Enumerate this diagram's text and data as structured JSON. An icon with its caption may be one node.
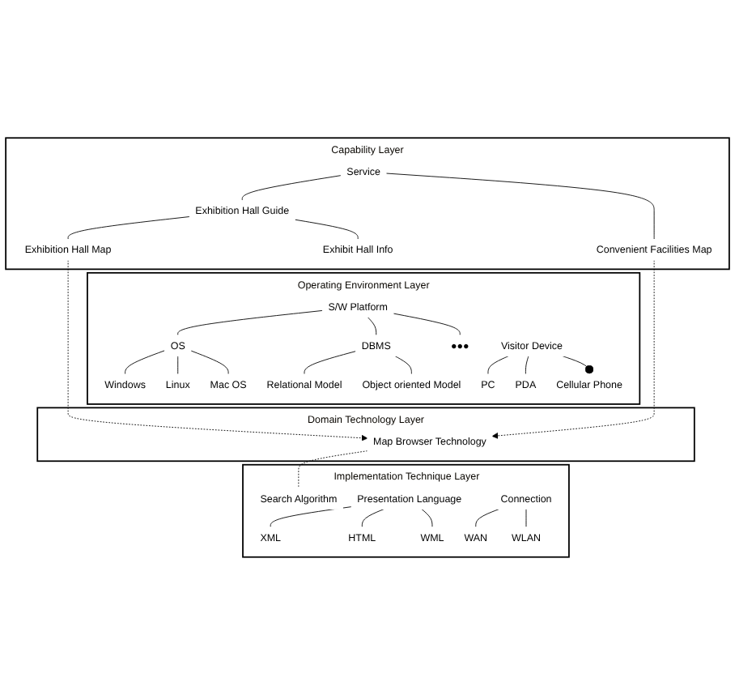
{
  "diagram": {
    "nodes": [
      {
        "text": [
          "Capability Layer"
        ]
      },
      {
        "text": [
          "Service"
        ],
        "in": 0
      },
      {
        "text": [
          "Exhibition Hall Guide"
        ],
        "in": 0
      },
      {
        "text": [
          "Convenient Facilities Map"
        ],
        "in": 0
      },
      {
        "text": [
          "Exhibition Hall Map"
        ],
        "in": 0
      },
      {
        "text": [
          "Exhibit Hall Info"
        ],
        "in": 0
      },
      {
        "text": [
          "Operating Environment Layer"
        ]
      },
      {
        "text": [
          "S/W Platform"
        ],
        "in": 6
      },
      {
        "text": [
          "OS"
        ],
        "in": 6
      },
      {
        "text": [
          "DBMS"
        ],
        "in": 6
      },
      {
        "text": [
          "●●●"
        ],
        "in": 6
      },
      {
        "text": [
          "Visitor Device"
        ],
        "in": 6
      },
      {
        "text": [
          "PC"
        ],
        "in": 6
      },
      {
        "text": [
          "PDA"
        ],
        "in": 6
      },
      {
        "text": [
          "Cellular Phone"
        ],
        "in": 6
      },
      {
        "text": [
          "Windows"
        ],
        "in": 6
      },
      {
        "text": [
          "Linux"
        ],
        "in": 6
      },
      {
        "text": [
          "Mac OS"
        ],
        "in": 6
      },
      {
        "text": [
          "Relational Model"
        ],
        "in": 6
      },
      {
        "text": [
          "Object oriented Model"
        ],
        "in": 6
      },
      {
        "text": [
          "Domain Technology Layer"
        ]
      },
      {
        "text": [
          "Map Browser Technology"
        ],
        "in": 20
      },
      {
        "text": [
          "Implementation Technique Layer"
        ]
      },
      {
        "text": [
          "Connection"
        ],
        "in": 22
      },
      {
        "text": [
          "WAN"
        ],
        "in": 22
      },
      {
        "text": [
          "WLAN"
        ],
        "in": 22
      },
      {
        "text": [
          "Presentation Language"
        ],
        "in": 22
      },
      {
        "text": [
          "XML"
        ],
        "in": 22
      },
      {
        "text": [
          "HTML"
        ],
        "in": 22
      },
      {
        "text": [
          "WML"
        ],
        "in": 22
      },
      {
        "text": [
          "Search Algorithm"
        ],
        "in": 22
      }
    ],
    "edges": [
      {
        "from": 1,
        "to": 2,
        "arrow": "none"
      },
      {
        "from": 1,
        "to": 3,
        "arrow": "none"
      },
      {
        "from": 2,
        "to": 4,
        "arrow": "none"
      },
      {
        "from": 2,
        "to": 5,
        "arrow": "none"
      },
      {
        "from": 7,
        "to": 8,
        "arrow": "none"
      },
      {
        "from": 7,
        "to": 9,
        "arrow": "none"
      },
      {
        "from": 7,
        "to": 10,
        "arrow": "none"
      },
      {
        "from": 11,
        "to": 12,
        "arrow": "none"
      },
      {
        "from": 11,
        "to": 13,
        "arrow": "none"
      },
      {
        "from": 11,
        "to": 14,
        "arrow": "other"
      },
      {
        "from": 8,
        "to": 15,
        "arrow": "none"
      },
      {
        "from": 8,
        "to": 16,
        "arrow": "none"
      },
      {
        "from": 8,
        "to": 17,
        "arrow": "none"
      },
      {
        "from": 9,
        "to": 18,
        "arrow": "none"
      },
      {
        "from": 9,
        "to": 19,
        "arrow": "none"
      },
      {
        "from": 4,
        "to": 21,
        "arrow": "to",
        "style": "dashed"
      },
      {
        "from": 3,
        "to": 21,
        "arrow": "to",
        "style": "dashed"
      },
      {
        "from": 21,
        "to": 30,
        "arrow": "none",
        "style": "dashed"
      },
      {
        "from": 23,
        "to": 24,
        "arrow": "none"
      },
      {
        "from": 23,
        "to": 25,
        "arrow": "none"
      },
      {
        "from": 26,
        "to": 27,
        "arrow": "none"
      },
      {
        "from": 26,
        "to": 28,
        "arrow": "none"
      },
      {
        "from": 26,
        "to": 29,
        "arrow": "none"
      }
    ]
  }
}
